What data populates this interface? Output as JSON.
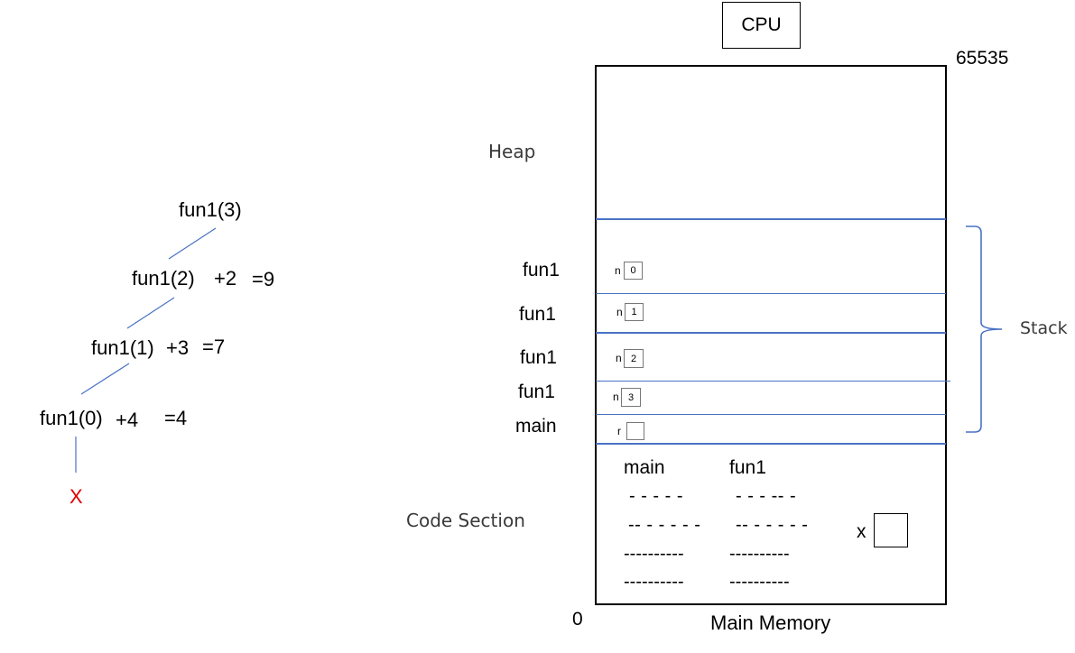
{
  "tree": {
    "root": "fun1(3)",
    "level1": {
      "call": "fun1(2)",
      "add": "+2",
      "result": "=9"
    },
    "level2": {
      "call": "fun1(1)",
      "add": "+3",
      "result": "=7"
    },
    "level3": {
      "call": "fun1(0)",
      "add": "+4",
      "result": "=4"
    },
    "end": "X",
    "line_color": "#4a72c4",
    "end_color": "#e00000"
  },
  "cpu": "CPU",
  "memory": {
    "top_address": "65535",
    "bottom_address": "0",
    "caption": "Main Memory",
    "heap_label": "Heap",
    "stack_label": "Stack",
    "code_label": "Code Section",
    "frames": [
      {
        "name": "fun1",
        "var": "n",
        "value": "0"
      },
      {
        "name": "fun1",
        "var": "n",
        "value": "1"
      },
      {
        "name": "fun1",
        "var": "n",
        "value": "2"
      },
      {
        "name": "fun1",
        "var": "n",
        "value": "3"
      },
      {
        "name": "main",
        "var": "r",
        "value": ""
      }
    ],
    "code": {
      "main_title": "main",
      "fun1_title": "fun1",
      "main_lines": [
        "- - - - -",
        "-- - - - - -",
        "----------",
        "----------"
      ],
      "fun1_lines": [
        "- - - -- -",
        "-- - - - - -",
        "----------",
        "----------"
      ],
      "global_var": "x"
    }
  }
}
